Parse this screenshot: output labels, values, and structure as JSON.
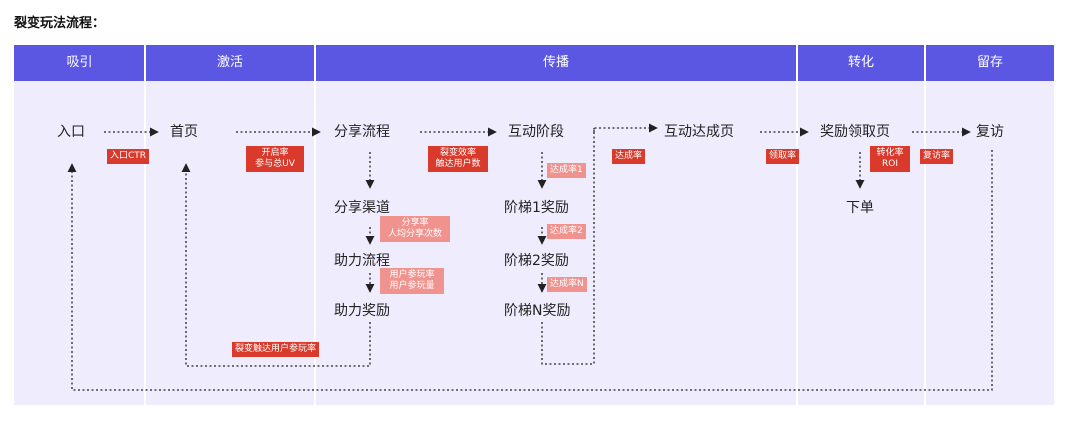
{
  "title": "裂变玩法流程：",
  "stages": [
    "吸引",
    "激活",
    "传播",
    "转化",
    "留存"
  ],
  "nodes": {
    "entry": "入口",
    "home": "首页",
    "share_flow": "分享流程",
    "interact_stage": "互动阶段",
    "interact_done_page": "互动达成页",
    "reward_claim_page": "奖励领取页",
    "revisit": "复访",
    "share_channel": "分享渠道",
    "assist_flow": "助力流程",
    "assist_reward": "助力奖励",
    "ladder1_reward": "阶梯1奖励",
    "ladder2_reward": "阶梯2奖励",
    "ladderN_reward": "阶梯N奖励",
    "order": "下单"
  },
  "tags": {
    "entry_ctr": [
      "入口CTR"
    ],
    "open_rate": [
      "开启率",
      "参与总UV"
    ],
    "fission": [
      "裂变效率",
      "触达用户数"
    ],
    "reach_rate": [
      "达成率"
    ],
    "claim_rate": [
      "领取率"
    ],
    "convert": [
      "转化率",
      "ROI"
    ],
    "revisit_rate": [
      "复访率"
    ],
    "reach1": [
      "达成率1"
    ],
    "reach2": [
      "达成率2"
    ],
    "reachN": [
      "达成率N"
    ],
    "share_rate": [
      "分享率",
      "人均分享次数"
    ],
    "play_rate": [
      "用户参玩率",
      "用户参玩量"
    ],
    "fission_play": [
      "裂变触达用户参玩率"
    ]
  },
  "colors": {
    "header": "#5b57e3",
    "panel": "#efedfd",
    "tag_dark": "#d93a2b",
    "tag_light": "#f0938e",
    "line": "#222222"
  }
}
